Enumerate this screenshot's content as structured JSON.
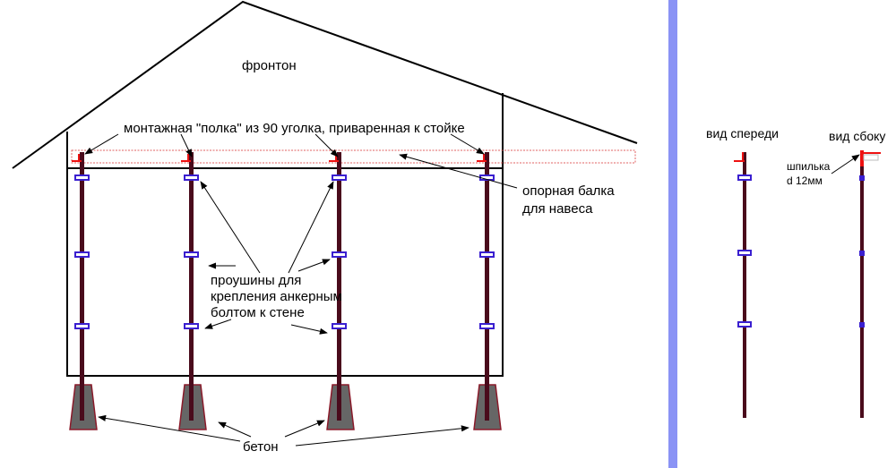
{
  "labels": {
    "gable": "фронтон",
    "shelf": "монтажная \"полка\" из 90 уголка, приваренная к стойке",
    "beam_line1": "опорная балка",
    "beam_line2": "для навеса",
    "lugs_line1": "проушины для",
    "lugs_line2": "крепления анкерным",
    "lugs_line3": "болтом к стене",
    "concrete": "бетон",
    "front_view": "вид спереди",
    "side_view": "вид сбоку",
    "stud_line1": "шпилька",
    "stud_line2": "d 12мм"
  },
  "colors": {
    "post": "#4a0b1c",
    "bracket": "#ee1111",
    "lug": "#3a1fd0",
    "lug_fill": "#ffffff",
    "footing": "#666666",
    "footing_outline": "#8a1a2a",
    "beam_outline": "#e06060",
    "divider": "#8a93f5",
    "line": "#000000"
  }
}
